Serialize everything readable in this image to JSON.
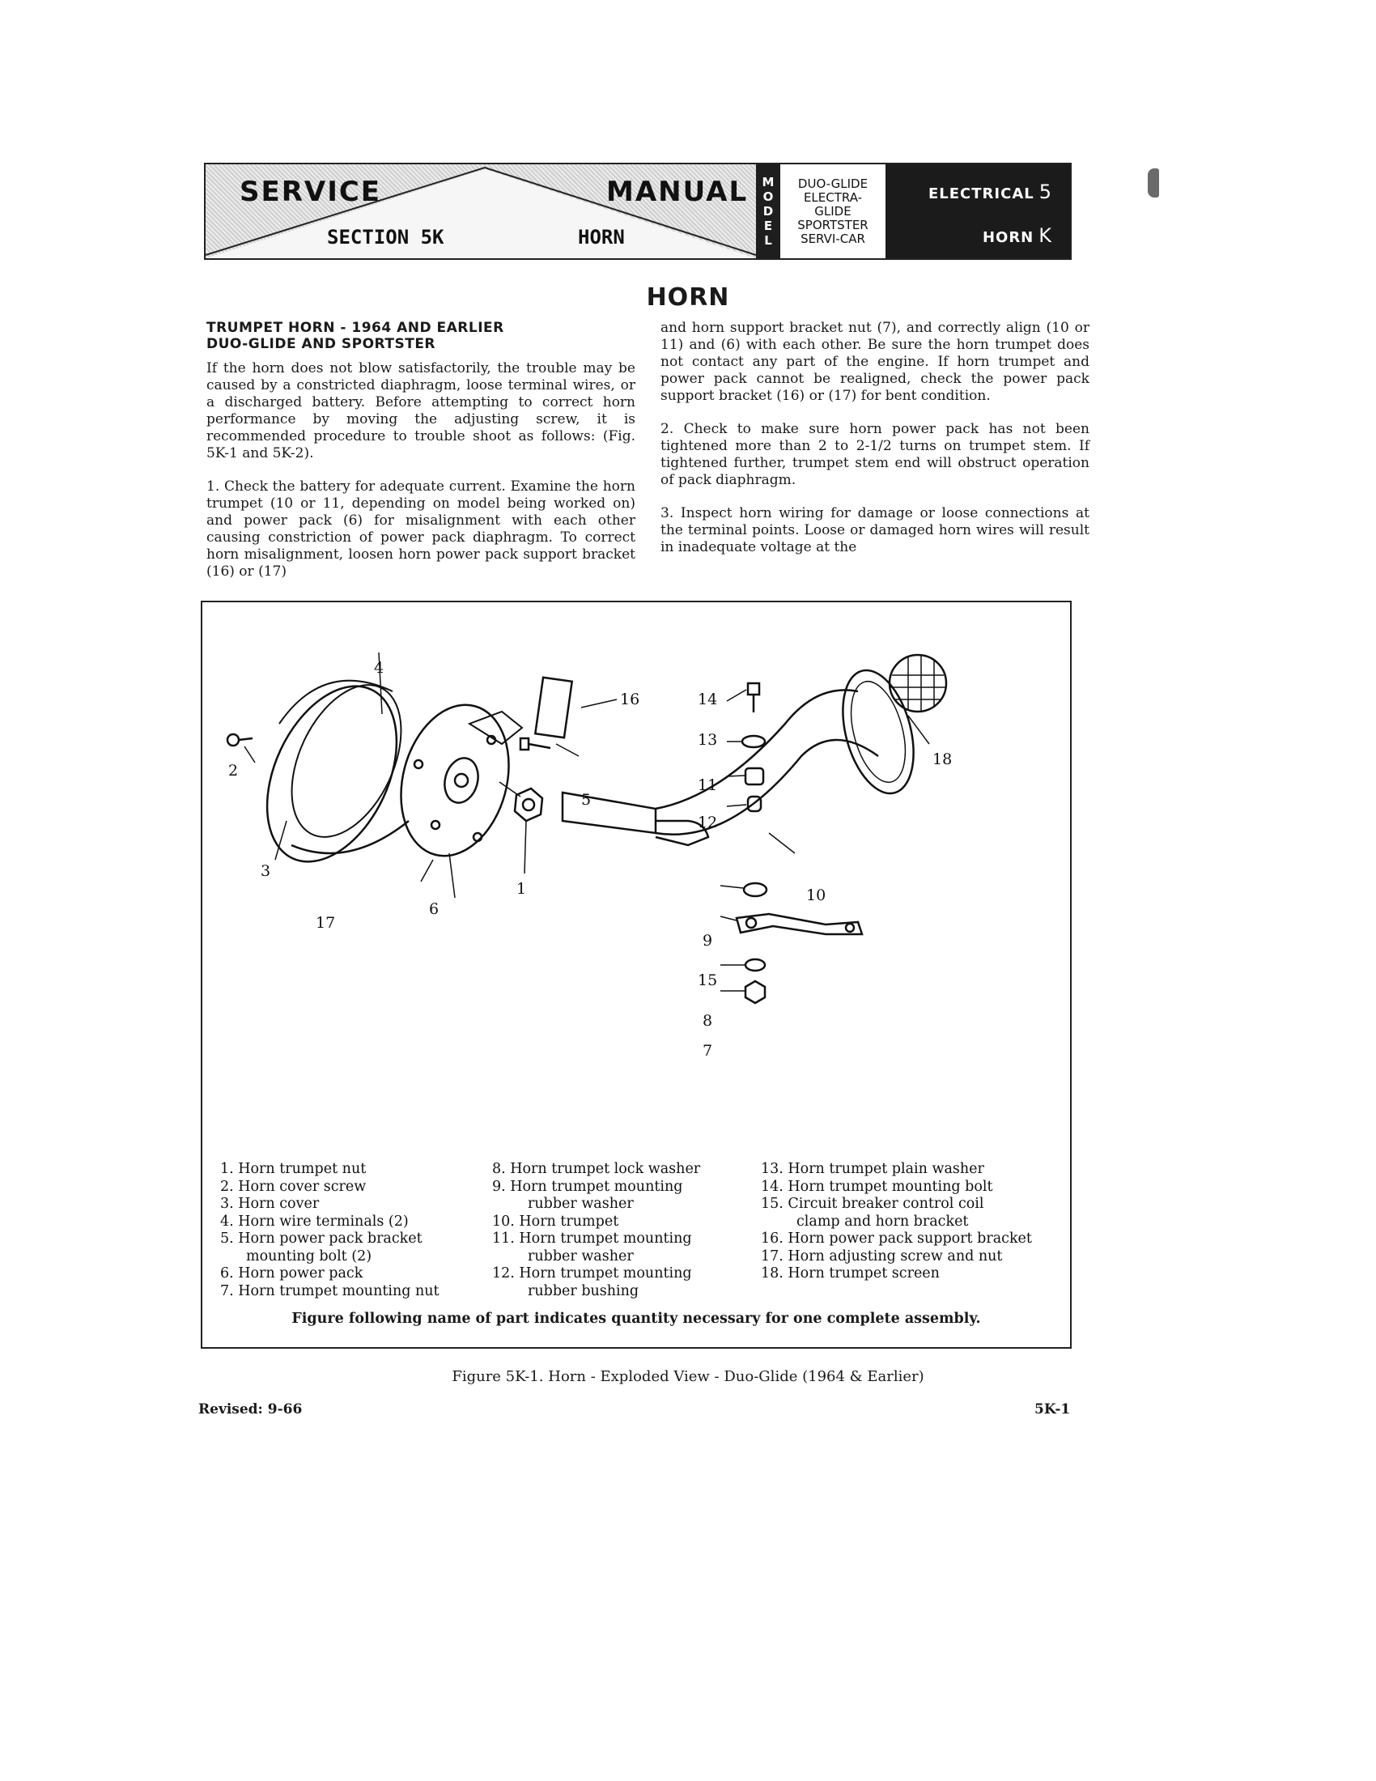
{
  "header": {
    "service": "SERVICE",
    "manual": "MANUAL",
    "section": "SECTION 5K",
    "topic": "HORN",
    "model_letters": [
      "M",
      "O",
      "D",
      "E",
      "L"
    ],
    "models": [
      "DUO-GLIDE",
      "ELECTRA-",
      "GLIDE",
      "SPORTSTER",
      "SERVI-CAR"
    ],
    "right_top": "ELECTRICAL",
    "right_top_num": "5",
    "right_bottom": "HORN",
    "right_bottom_letter": "K"
  },
  "title": "HORN",
  "left_column": {
    "subhead_line1": "TRUMPET HORN - 1964 AND EARLIER",
    "subhead_line2": "DUO-GLIDE AND SPORTSTER",
    "para1": "If the horn does not blow satisfactorily, the trouble may be caused by a constricted diaphragm, loose terminal wires, or a discharged battery. Before attempting to correct horn performance by moving the adjusting screw, it is recommended procedure to trouble shoot as follows: (Fig. 5K-1 and 5K-2).",
    "para2": "1. Check the battery for adequate current. Examine the horn trumpet (10 or 11, depending on model being worked on) and power pack (6) for misalignment with each other causing constriction of power pack diaphragm. To correct horn misalignment, loosen horn power pack support bracket (16) or (17)"
  },
  "right_column": {
    "para1": "and horn support bracket nut (7), and correctly align (10 or 11) and (6) with each other. Be sure the horn trumpet does not contact any part of the engine. If horn trumpet and power pack cannot be realigned, check the power pack support bracket (16) or (17) for bent condition.",
    "para2": "2. Check to make sure horn power pack has not been tightened more than 2 to 2-1/2 turns on trumpet stem. If tightened further, trumpet stem end will obstruct operation of pack diaphragm.",
    "para3": "3. Inspect horn wiring for damage or loose connections at the terminal points. Loose or damaged horn wires will result in inadequate voltage at the"
  },
  "figure": {
    "callouts": [
      "1",
      "2",
      "3",
      "4",
      "5",
      "6",
      "7",
      "8",
      "9",
      "10",
      "11",
      "12",
      "13",
      "14",
      "15",
      "16",
      "17",
      "18"
    ],
    "legend_col1": [
      "1. Horn trumpet nut",
      "2. Horn cover screw",
      "3. Horn cover",
      "4. Horn wire terminals (2)",
      "5. Horn power pack bracket",
      "mounting bolt (2)",
      "6. Horn power pack",
      "7. Horn trumpet mounting nut"
    ],
    "legend_col2": [
      "8. Horn trumpet lock washer",
      "9. Horn trumpet mounting",
      "rubber washer",
      "10. Horn trumpet",
      "11. Horn trumpet mounting",
      "rubber washer",
      "12. Horn trumpet mounting",
      "rubber bushing"
    ],
    "legend_col3": [
      "13. Horn trumpet plain washer",
      "14. Horn trumpet mounting bolt",
      "15. Circuit breaker control coil",
      "clamp and horn bracket",
      "16. Horn power pack support bracket",
      "17. Horn adjusting screw and nut",
      "18. Horn trumpet screen"
    ],
    "note": "Figure following name of part indicates quantity necessary for one complete assembly."
  },
  "caption": "Figure 5K-1. Horn - Exploded View - Duo-Glide (1964 & Earlier)",
  "footer": {
    "revised": "Revised: 9-66",
    "page": "5K-1"
  }
}
